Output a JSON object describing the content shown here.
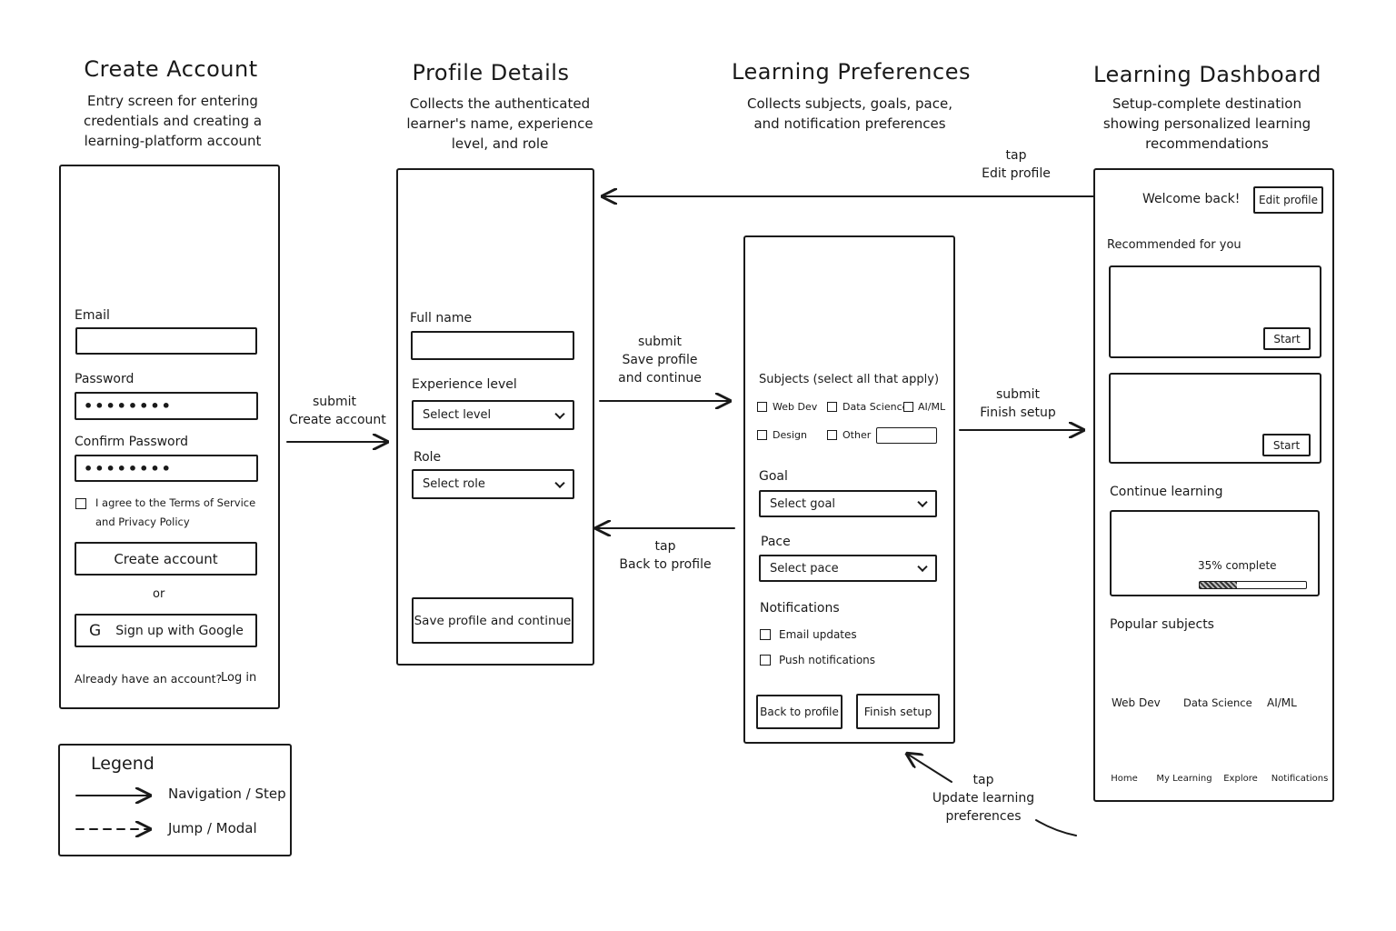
{
  "screens": {
    "create_account": {
      "title": "Create Account",
      "desc": [
        "Entry screen for entering",
        "credentials and creating a",
        "learning-platform account"
      ],
      "email_label": "Email",
      "password_label": "Password",
      "password_mask": "••••••••",
      "confirm_label": "Confirm Password",
      "confirm_mask": "••••••••",
      "terms_line1": "I agree to the Terms of Service",
      "terms_line2": "and Privacy Policy",
      "create_button": "Create account",
      "or_text": "or",
      "google_icon": "G",
      "google_button": "Sign up with Google",
      "already_text": "Already have an account?",
      "login_link": "Log in"
    },
    "profile_details": {
      "title": "Profile Details",
      "desc": [
        "Collects the authenticated",
        "learner's name, experience",
        "level, and role"
      ],
      "fullname_label": "Full name",
      "experience_label": "Experience level",
      "experience_select": "Select level",
      "role_label": "Role",
      "role_select": "Select role",
      "save_button": "Save profile and continue"
    },
    "learning_preferences": {
      "title": "Learning Preferences",
      "desc": [
        "Collects subjects, goals, pace,",
        "and notification preferences"
      ],
      "subjects_label": "Subjects (select all that apply)",
      "subjects": [
        "Web Dev",
        "Data Science",
        "AI/ML",
        "Design",
        "Other"
      ],
      "goal_label": "Goal",
      "goal_select": "Select goal",
      "pace_label": "Pace",
      "pace_select": "Select pace",
      "notifications_label": "Notifications",
      "notif_email": "Email updates",
      "notif_push": "Push notifications",
      "back_button": "Back to profile",
      "finish_button": "Finish setup"
    },
    "dashboard": {
      "title": "Learning Dashboard",
      "desc": [
        "Setup-complete destination",
        "showing personalized learning",
        "recommendations"
      ],
      "welcome": "Welcome back!",
      "edit_profile_button": "Edit profile",
      "recommended_label": "Recommended for you",
      "start_button": "Start",
      "continue_label": "Continue learning",
      "progress_text": "35% complete",
      "progress_value": 0.35,
      "popular_label": "Popular subjects",
      "popular": [
        "Web Dev",
        "Data Science",
        "AI/ML"
      ],
      "nav": [
        "Home",
        "My Learning",
        "Explore",
        "Notifications"
      ],
      "nav_icons": [
        "home-icon",
        "book-icon",
        "compass-icon",
        "bell-icon"
      ]
    }
  },
  "transitions": {
    "create_to_profile": [
      "submit",
      "Create account"
    ],
    "profile_to_prefs": [
      "submit",
      "Save profile",
      "and continue"
    ],
    "prefs_to_profile": [
      "tap",
      "Back to profile"
    ],
    "prefs_to_dashboard": [
      "submit",
      "Finish setup"
    ],
    "dashboard_to_profile": [
      "tap",
      "Edit profile"
    ],
    "dashboard_to_prefs": [
      "tap",
      "Update learning",
      "preferences"
    ]
  },
  "legend": {
    "title": "Legend",
    "navigation": "Navigation / Step",
    "jump": "Jump / Modal"
  }
}
